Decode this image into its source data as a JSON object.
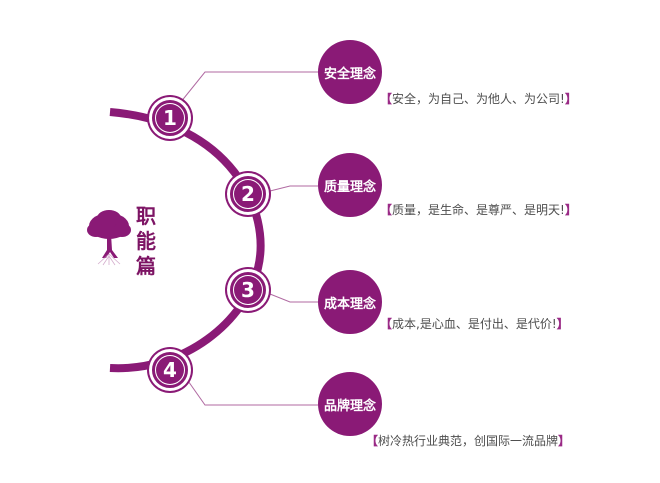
{
  "title": [
    "职",
    "能",
    "篇"
  ],
  "items": [
    {
      "number": "1",
      "name": "安全理念",
      "desc": "安全，为自己、为他人、为公司!"
    },
    {
      "number": "2",
      "name": "质量理念",
      "desc": "质量，是生命、是尊严、是明天!"
    },
    {
      "number": "3",
      "name": "成本理念",
      "desc": "成本,是心血、是付出、是代价!"
    },
    {
      "number": "4",
      "name": "品牌理念",
      "desc": "树冷热行业典范，创国际一流品牌"
    }
  ],
  "brackets": {
    "open": "【",
    "close": "】"
  },
  "colors": {
    "accent": "#8a1a76",
    "line": "#9a4a8a",
    "text": "#4d4d4d"
  },
  "icons": {
    "logo": "tree-icon"
  }
}
